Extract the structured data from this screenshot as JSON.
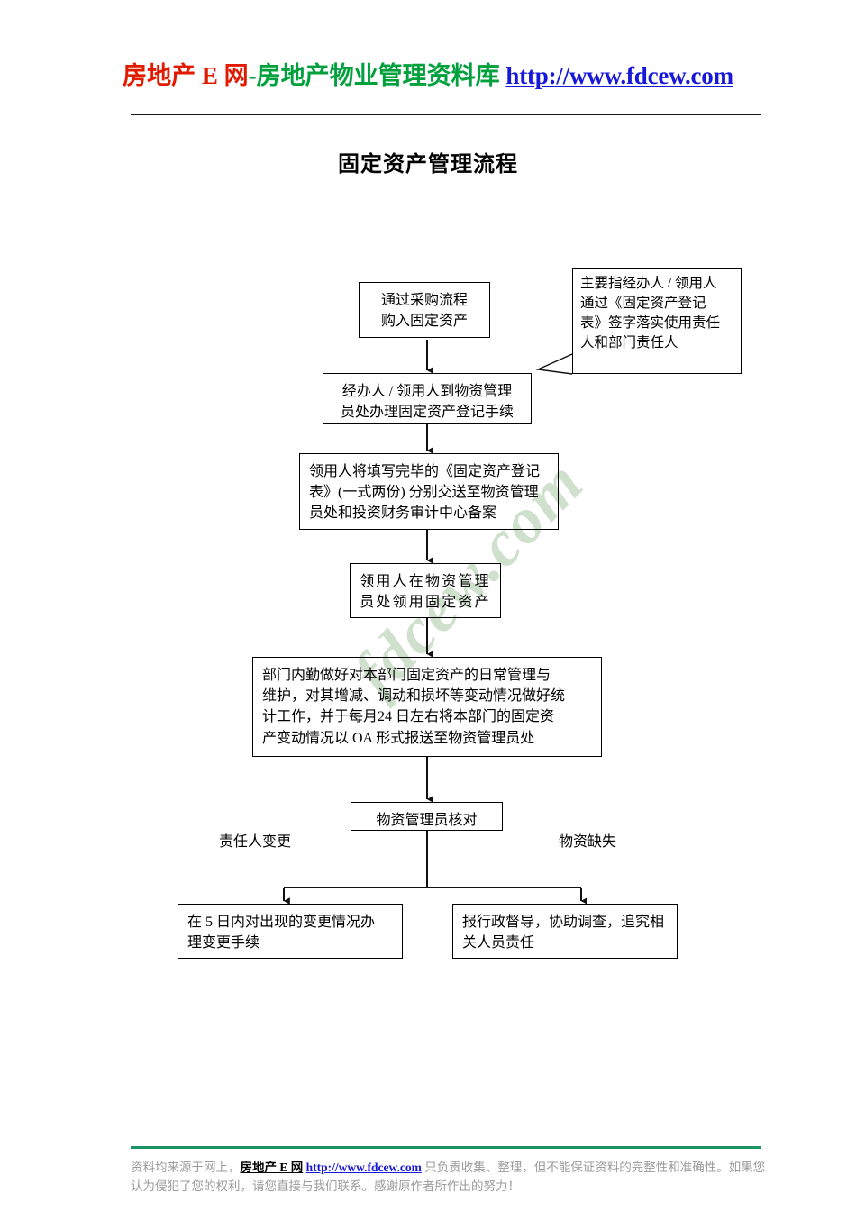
{
  "header": {
    "brand_red": "房地产 E 网",
    "brand_green": "-房地产物业管理资料库",
    "url": "http://www.fdcew.com",
    "colors": {
      "red": "#e01b00",
      "green": "#00a03c",
      "blue": "#1818d8",
      "rule": "#1a1a1a"
    }
  },
  "title": "固定资产管理流程",
  "watermark": {
    "text": "fdcew.com",
    "color": "#cfe0cd"
  },
  "flow": {
    "nodes": [
      {
        "id": "purchase",
        "text": "通过采购流程\n购入固定资产"
      },
      {
        "id": "register",
        "text": "经办人 / 领用人到物资管理\n员处办理固定资产登记手续"
      },
      {
        "id": "submit-form",
        "text": "领用人将填写完毕的《固定资产登记\n表》(一式两份) 分别交送至物资管理\n员处和投资财务审计中心备案"
      },
      {
        "id": "collect-asset",
        "text": "领用人在物资管理\n员处领用固定资产"
      },
      {
        "id": "department-maintenance",
        "text": "部门内勤做好对本部门固定资产的日常管理与\n维护，对其增减、调动和损坏等变动情况做好统\n计工作，并于每月24 日左右将本部门的固定资\n产变动情况以 OA 形式报送至物资管理员处"
      },
      {
        "id": "verify",
        "text": "物资管理员核对"
      },
      {
        "id": "change-procedure",
        "text": "在 5 日内对出现的变更情况办\n理变更手续"
      },
      {
        "id": "missing-procedure",
        "text": "报行政督导，协助调查，追究相\n关人员责任"
      }
    ],
    "callout": {
      "id": "responsibility-note",
      "text": "主要指经办人 / 领用人\n通过《固定资产登记\n表》签字落实使用责任\n人和部门责任人"
    },
    "branch_labels": [
      {
        "id": "branch-left",
        "text": "责任人变更"
      },
      {
        "id": "branch-right",
        "text": "物资缺失"
      }
    ]
  },
  "footer": {
    "line1_part1": "资料均来源于网上，",
    "line1_brand": "房地产 E 网",
    "line1_url": "http://www.fdcew.com",
    "line1_part2": " 只负责收集、整理，但不能保证资料的完整性和准确性。如",
    "line2": "果您认为侵犯了您的权利，请您直接与我们联系。感谢原作者所作出的努力！",
    "rule_color": "#1a9464"
  }
}
